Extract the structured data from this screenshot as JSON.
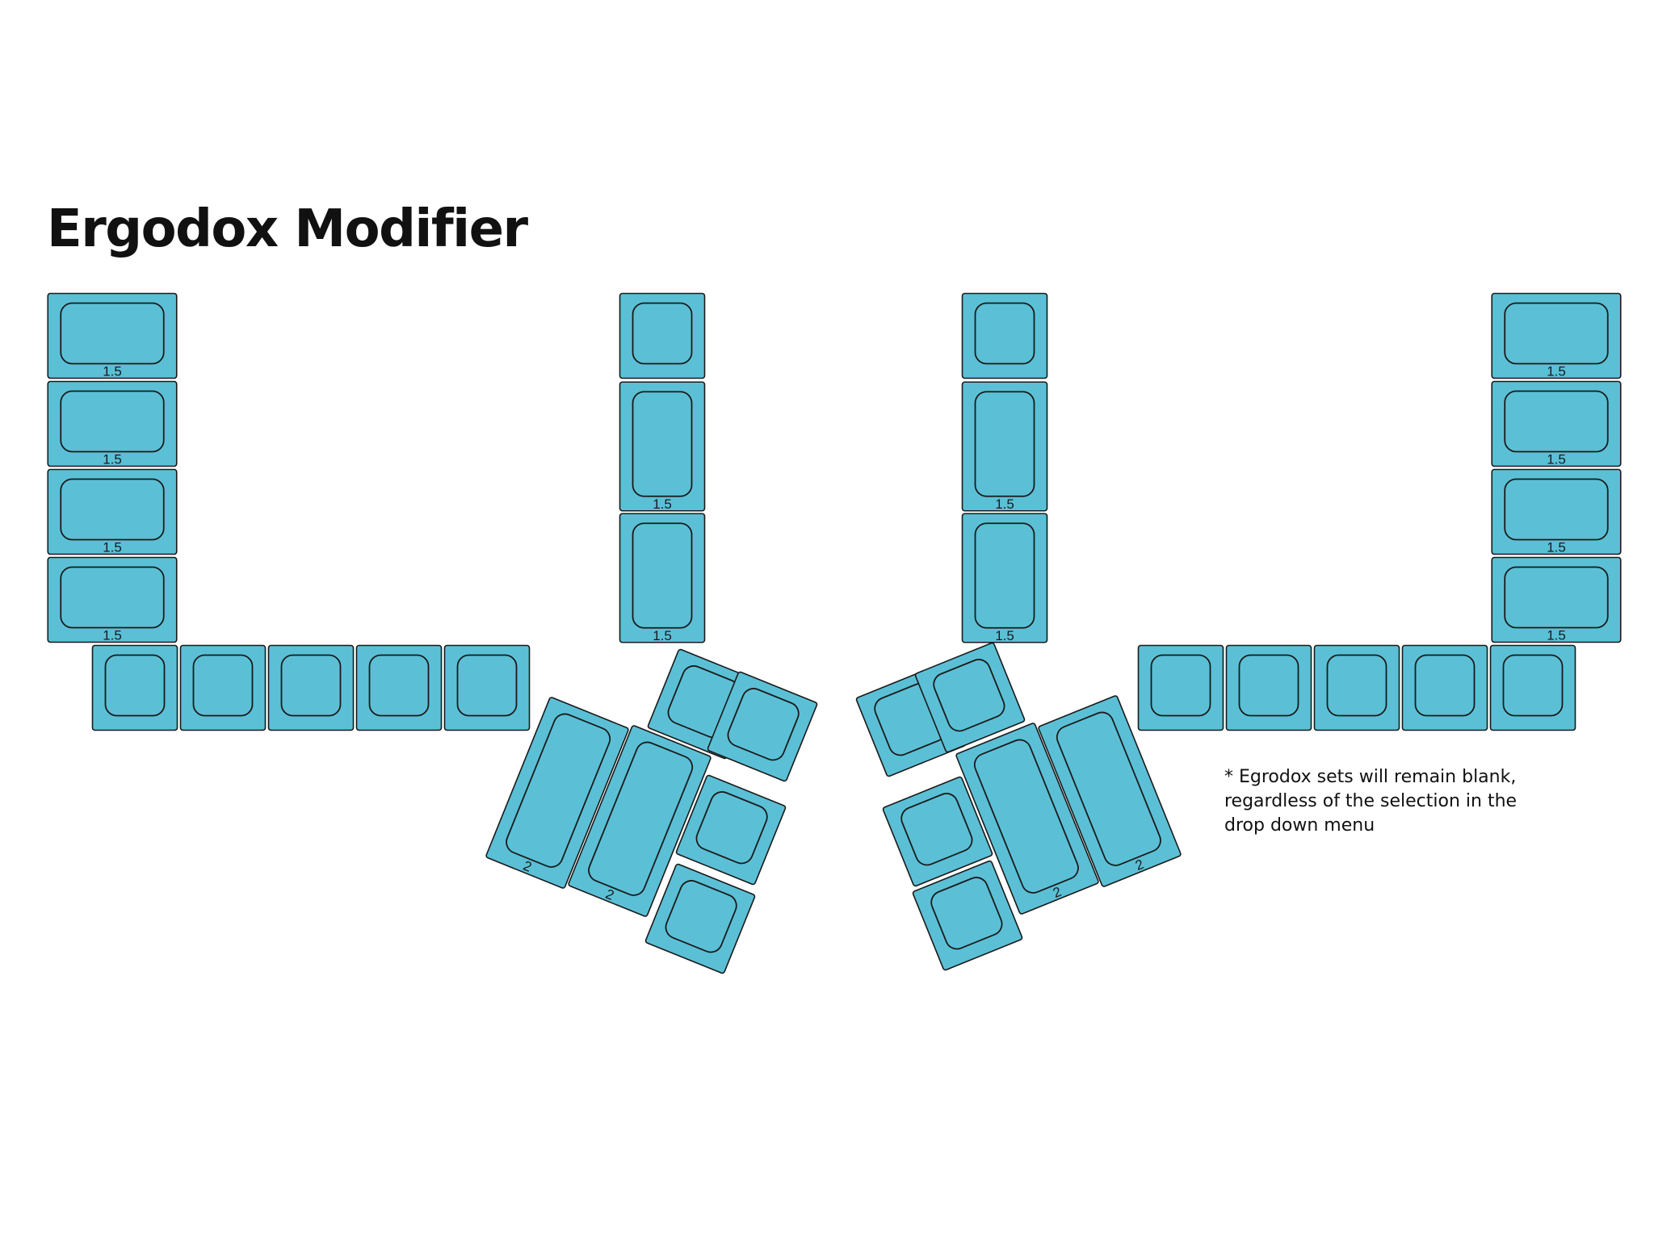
{
  "title": "Ergodox Modifier",
  "note_lines": [
    "* Egrodox sets will remain blank,",
    "regardless of the selection in the",
    "drop down menu"
  ],
  "colors": {
    "key_fill": "#5bc0d6",
    "key_stroke": "#1a1a1a"
  },
  "keys": [
    {
      "cluster": "left-outer-column",
      "width_u": 1.5,
      "height_u": 1,
      "label": "1.5"
    },
    {
      "cluster": "left-outer-column",
      "width_u": 1.5,
      "height_u": 1,
      "label": "1.5"
    },
    {
      "cluster": "left-outer-column",
      "width_u": 1.5,
      "height_u": 1,
      "label": "1.5"
    },
    {
      "cluster": "left-outer-column",
      "width_u": 1.5,
      "height_u": 1,
      "label": "1.5"
    },
    {
      "cluster": "left-bottom-row",
      "width_u": 1,
      "height_u": 1,
      "label": ""
    },
    {
      "cluster": "left-bottom-row",
      "width_u": 1,
      "height_u": 1,
      "label": ""
    },
    {
      "cluster": "left-bottom-row",
      "width_u": 1,
      "height_u": 1,
      "label": ""
    },
    {
      "cluster": "left-bottom-row",
      "width_u": 1,
      "height_u": 1,
      "label": ""
    },
    {
      "cluster": "left-bottom-row",
      "width_u": 1,
      "height_u": 1,
      "label": ""
    },
    {
      "cluster": "left-inner-column",
      "width_u": 1,
      "height_u": 1,
      "label": ""
    },
    {
      "cluster": "left-inner-column",
      "width_u": 1,
      "height_u": 1.5,
      "label": "1.5"
    },
    {
      "cluster": "left-inner-column",
      "width_u": 1,
      "height_u": 1.5,
      "label": "1.5"
    },
    {
      "cluster": "right-inner-column",
      "width_u": 1,
      "height_u": 1,
      "label": ""
    },
    {
      "cluster": "right-inner-column",
      "width_u": 1,
      "height_u": 1.5,
      "label": "1.5"
    },
    {
      "cluster": "right-inner-column",
      "width_u": 1,
      "height_u": 1.5,
      "label": "1.5"
    },
    {
      "cluster": "right-outer-column",
      "width_u": 1.5,
      "height_u": 1,
      "label": "1.5"
    },
    {
      "cluster": "right-outer-column",
      "width_u": 1.5,
      "height_u": 1,
      "label": "1.5"
    },
    {
      "cluster": "right-outer-column",
      "width_u": 1.5,
      "height_u": 1,
      "label": "1.5"
    },
    {
      "cluster": "right-outer-column",
      "width_u": 1.5,
      "height_u": 1,
      "label": "1.5"
    },
    {
      "cluster": "right-bottom-row",
      "width_u": 1,
      "height_u": 1,
      "label": ""
    },
    {
      "cluster": "right-bottom-row",
      "width_u": 1,
      "height_u": 1,
      "label": ""
    },
    {
      "cluster": "right-bottom-row",
      "width_u": 1,
      "height_u": 1,
      "label": ""
    },
    {
      "cluster": "right-bottom-row",
      "width_u": 1,
      "height_u": 1,
      "label": ""
    },
    {
      "cluster": "right-bottom-row",
      "width_u": 1,
      "height_u": 1,
      "label": ""
    },
    {
      "cluster": "left-thumb",
      "width_u": 1,
      "height_u": 2,
      "label": "2"
    },
    {
      "cluster": "left-thumb",
      "width_u": 1,
      "height_u": 2,
      "label": "2"
    },
    {
      "cluster": "left-thumb",
      "width_u": 1,
      "height_u": 1,
      "label": ""
    },
    {
      "cluster": "left-thumb",
      "width_u": 1,
      "height_u": 1,
      "label": ""
    },
    {
      "cluster": "left-thumb",
      "width_u": 1,
      "height_u": 1,
      "label": ""
    },
    {
      "cluster": "left-thumb",
      "width_u": 1,
      "height_u": 1,
      "label": ""
    },
    {
      "cluster": "right-thumb",
      "width_u": 1,
      "height_u": 1,
      "label": ""
    },
    {
      "cluster": "right-thumb",
      "width_u": 1,
      "height_u": 1,
      "label": ""
    },
    {
      "cluster": "right-thumb",
      "width_u": 1,
      "height_u": 1,
      "label": ""
    },
    {
      "cluster": "right-thumb",
      "width_u": 1,
      "height_u": 1,
      "label": ""
    },
    {
      "cluster": "right-thumb",
      "width_u": 1,
      "height_u": 2,
      "label": "2"
    },
    {
      "cluster": "right-thumb",
      "width_u": 1,
      "height_u": 2,
      "label": "2"
    }
  ]
}
